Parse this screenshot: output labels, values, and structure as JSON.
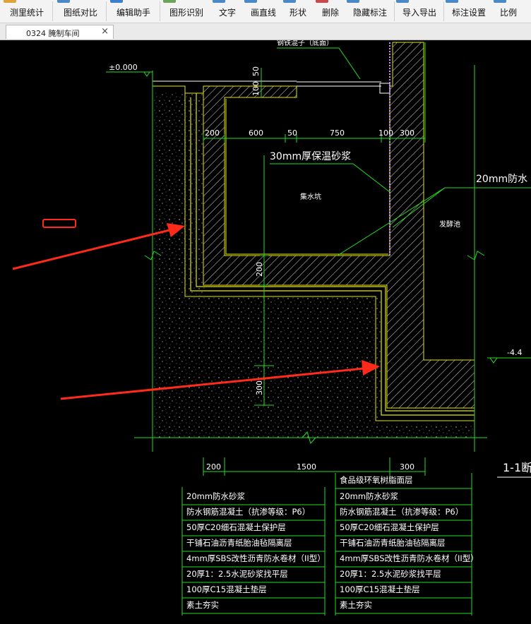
{
  "toolbar": {
    "items": [
      {
        "label": "测里统计",
        "icon": "measure-icon",
        "color": "#e0a23b"
      },
      {
        "label": "图纸对比",
        "icon": "compare-icon",
        "color": "#4a88c7"
      },
      {
        "label": "编辑助手",
        "icon": "edit-helper-icon",
        "color": "#3a7fd0"
      },
      {
        "label": "图形识别",
        "icon": "recognize-icon",
        "color": "#6aa35a"
      },
      {
        "label": "文字",
        "icon": "text-icon",
        "color": "#4a88c7"
      },
      {
        "label": "画直线",
        "icon": "line-icon",
        "color": "#4a88c7"
      },
      {
        "label": "形状",
        "icon": "shape-icon",
        "color": "#4a88c7"
      },
      {
        "label": "删除",
        "icon": "delete-icon",
        "color": "#c94a4a"
      },
      {
        "label": "隐藏标注",
        "icon": "hide-icon",
        "color": "#4a88c7"
      },
      {
        "label": "导入导出",
        "icon": "import-export-icon",
        "color": "#4a88c7"
      },
      {
        "label": "标注设置",
        "icon": "settings-icon",
        "color": "#4a88c7"
      },
      {
        "label": "比例",
        "icon": "scale-icon",
        "color": "#4a88c7"
      }
    ]
  },
  "tab": {
    "label": "0324  腌制车间",
    "close": "×"
  },
  "drawing": {
    "top_note": "钢铁混子（底面）",
    "elevation_top": "±0.000",
    "elevation_bottom": "-4.4",
    "dim_top": [
      "200",
      "600",
      "50",
      "750",
      "100",
      "300"
    ],
    "dim_vertical_small": [
      "100",
      "50"
    ],
    "dim_vertical": [
      "200",
      "300"
    ],
    "label_insulation": "30mm厚保温砂浆",
    "label_waterproof": "20mm防水",
    "label_pit": "集水坑",
    "label_tank": "发酵池",
    "dim_bottom": [
      "200",
      "1500",
      "300"
    ],
    "section_label": "1-1断"
  },
  "legend_left": [
    "20mm防水砂浆",
    "防水钢筋混凝土（抗渗等级：P6）",
    "50厚C20细石混凝土保护层",
    "干铺石油沥青纸胎油毡隔离层",
    "4mm厚SBS改性沥青防水卷材（II型）",
    "20厚1：2.5水泥砂浆找平层",
    "100厚C15混凝土垫层",
    "素土夯实"
  ],
  "legend_right": [
    "食品级环氧树脂面层",
    "20mm防水砂浆",
    "防水钢筋混凝土（抗渗等级：P6）",
    "50厚C20细石混凝土保护层",
    "干铺石油沥青纸胎油毡隔离层",
    "4mm厚SBS改性沥青防水卷材（II型）",
    "20厚1：2.5水泥砂浆找平层",
    "100厚C15混凝土垫层",
    "素土夯实"
  ],
  "colors": {
    "green": "#22dd22",
    "yellow": "#e6e600",
    "white": "#ffffff",
    "arrow": "#ff2a1a",
    "highlight": "#ff2a1a"
  }
}
